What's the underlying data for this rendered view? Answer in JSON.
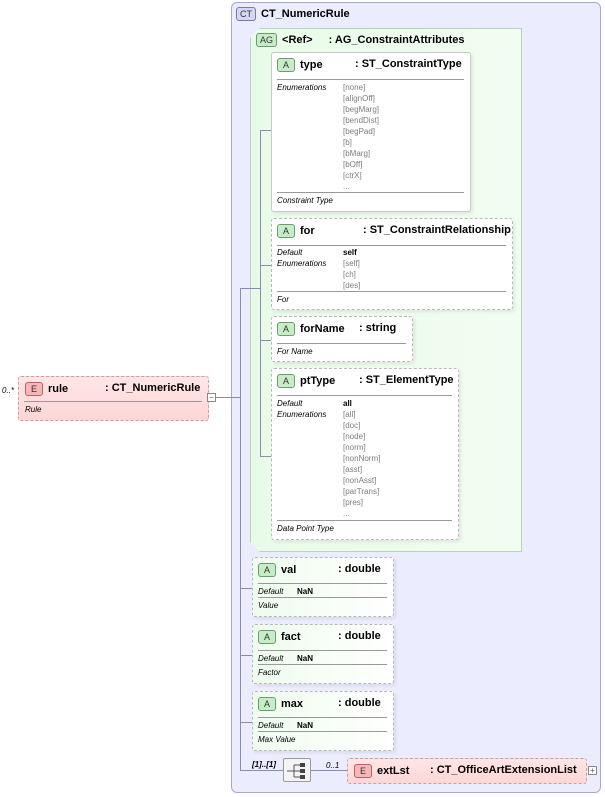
{
  "complex_type": {
    "badge": "CT",
    "name": "CT_NumericRule"
  },
  "attribute_group": {
    "badge": "AG",
    "ref": "<Ref>",
    "type": ": AG_ConstraintAttributes"
  },
  "root_element": {
    "badge": "E",
    "occurrence": "0..*",
    "name": "rule",
    "type": ": CT_NumericRule",
    "doc": "Rule"
  },
  "labels": {
    "enumerations": "Enumerations",
    "default": "Default"
  },
  "attr_type": {
    "badge": "A",
    "name": "type",
    "type": ": ST_ConstraintType",
    "enumerations": [
      "[none]",
      "[alignOff]",
      "[begMarg]",
      "[bendDist]",
      "[begPad]",
      "[b]",
      "[bMarg]",
      "[bOff]",
      "[ctrX]",
      "..."
    ],
    "doc": "Constraint Type"
  },
  "attr_for": {
    "badge": "A",
    "name": "for",
    "type": ": ST_ConstraintRelationship",
    "default": "self",
    "enumerations": [
      "[self]",
      "[ch]",
      "[des]"
    ],
    "doc": "For"
  },
  "attr_forName": {
    "badge": "A",
    "name": "forName",
    "type": ": string",
    "doc": "For Name"
  },
  "attr_ptType": {
    "badge": "A",
    "name": "ptType",
    "type": ": ST_ElementType",
    "default": "all",
    "enumerations": [
      "[all]",
      "[doc]",
      "[node]",
      "[norm]",
      "[nonNorm]",
      "[asst]",
      "[nonAsst]",
      "[parTrans]",
      "[pres]",
      "..."
    ],
    "doc": "Data Point Type"
  },
  "attr_val": {
    "badge": "A",
    "name": "val",
    "type": ": double",
    "default": "NaN",
    "doc": "Value"
  },
  "attr_fact": {
    "badge": "A",
    "name": "fact",
    "type": ": double",
    "default": "NaN",
    "doc": "Factor"
  },
  "attr_max": {
    "badge": "A",
    "name": "max",
    "type": ": double",
    "default": "NaN",
    "doc": "Max Value"
  },
  "sequence": {
    "occurrence": "[1]..[1]"
  },
  "ext_element": {
    "badge": "E",
    "occurrence": "0..1",
    "name": "extLst",
    "type": ": CT_OfficeArtExtensionList"
  },
  "toggles": {
    "collapse": "−",
    "expand": "+"
  }
}
